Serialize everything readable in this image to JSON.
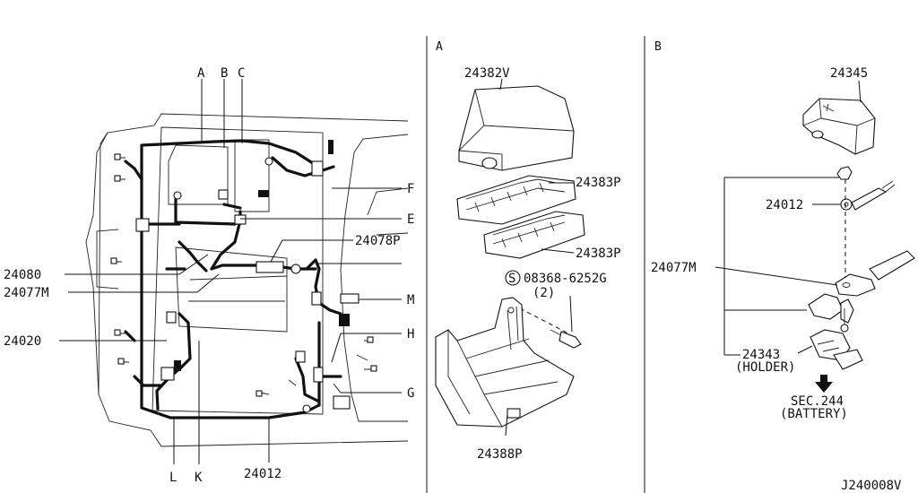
{
  "sections": {
    "a": "A",
    "b": "B"
  },
  "main_labels": {
    "A": "A",
    "B": "B",
    "C": "C",
    "E": "E",
    "F": "F",
    "G": "G",
    "H": "H",
    "K": "K",
    "L": "L",
    "M": "M",
    "p24078P": "24078P",
    "p24080": "24080",
    "p24077M": "24077M",
    "p24020": "24020",
    "p24012": "24012"
  },
  "section_a_labels": {
    "p24382V": "24382V",
    "p24383P_top": "24383P",
    "p24383P_bottom": "24383P",
    "screw_symbol": "S",
    "screw_part": "08368-6252G",
    "screw_qty": "(2)",
    "p24388P": "24388P"
  },
  "section_b_labels": {
    "p24345": "24345",
    "p24012": "24012",
    "p24077M": "24077M",
    "p24343": "24343",
    "holder": "(HOLDER)",
    "sec": "SEC.244",
    "battery": "(BATTERY)"
  },
  "footer": {
    "drawing_code": "J240008V"
  }
}
